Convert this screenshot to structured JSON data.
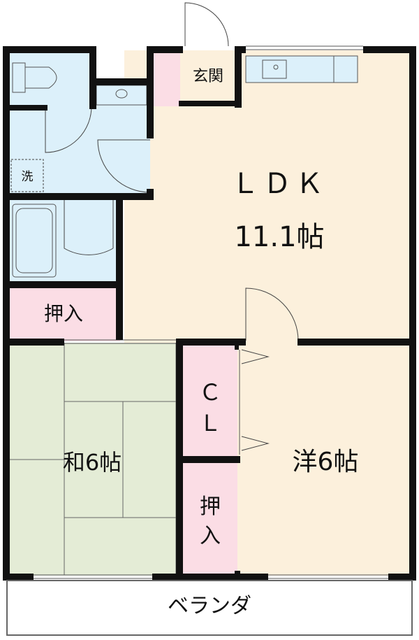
{
  "rooms": {
    "ldk": {
      "name": "ＬＤＫ",
      "size": "11.1帖"
    },
    "washitsu": {
      "label": "和6帖"
    },
    "yoshitsu": {
      "label": "洋6帖"
    },
    "genkan": {
      "label": "玄関"
    },
    "oshiire_top": {
      "label": "押入"
    },
    "oshiire_bottom": {
      "line1": "押",
      "line2": "入"
    },
    "closet": {
      "line1": "Ｃ",
      "line2": "Ｌ"
    },
    "laundry": {
      "label": "洗"
    },
    "veranda": {
      "label": "ベランダ"
    }
  },
  "colors": {
    "ldk": "#fcf0dc",
    "wet_area": "#dcf0fa",
    "tatami": "#e4ecd6",
    "storage": "#fbdde5",
    "wall": "#111111",
    "veranda": "#ffffff"
  }
}
